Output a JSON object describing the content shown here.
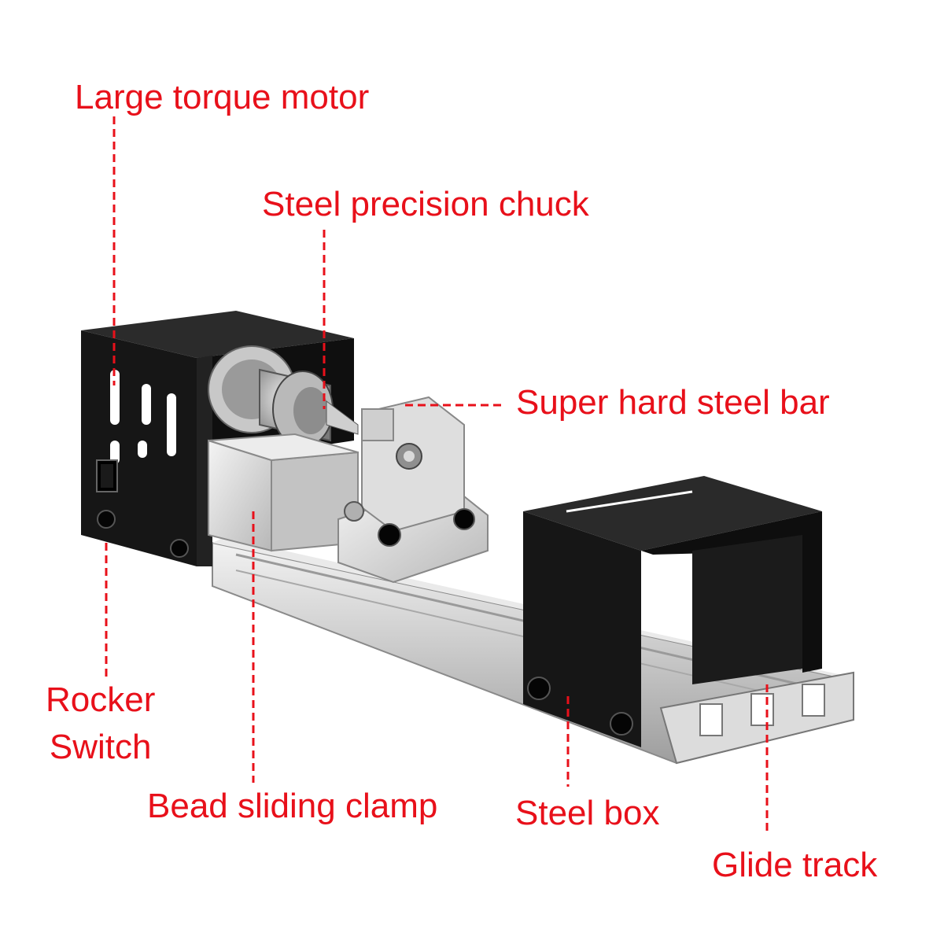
{
  "colors": {
    "label": "#e8101a",
    "steel_box": "#1d1d1d",
    "aluminum": "#d4d4d4",
    "background": "#ffffff"
  },
  "labels": {
    "motor": "Large torque motor",
    "chuck": "Steel precision chuck",
    "steel_bar": "Super hard steel bar",
    "rocker_line1": "Rocker",
    "rocker_line2": "Switch",
    "bead_clamp": "Bead sliding clamp",
    "steel_box": "Steel box",
    "glide_track": "Glide track"
  }
}
